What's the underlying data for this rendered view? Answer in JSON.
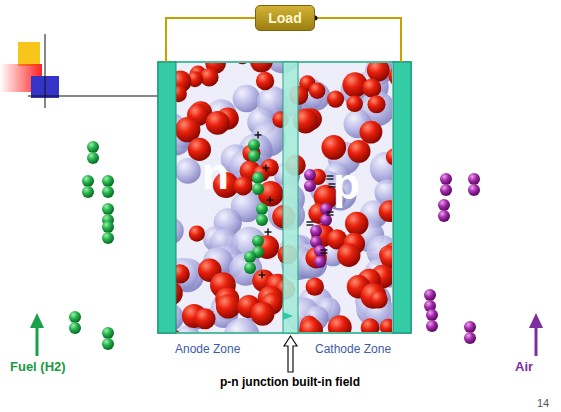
{
  "diagram": {
    "nodes": [
      {
        "text": [
          "Load"
        ]
      },
      {
        "text": [
          "n",
          "Anode Zone"
        ]
      },
      {
        "text": [
          "p",
          "Cathode Zone"
        ]
      }
    ],
    "edges": [
      {
        "from": 0,
        "to": 1,
        "arrow": "none"
      },
      {
        "from": 0,
        "to": 2,
        "arrow": "none"
      }
    ],
    "labels": [
      "Fuel (H2)",
      "Air",
      "p-n junction built-in field",
      "14"
    ]
  }
}
